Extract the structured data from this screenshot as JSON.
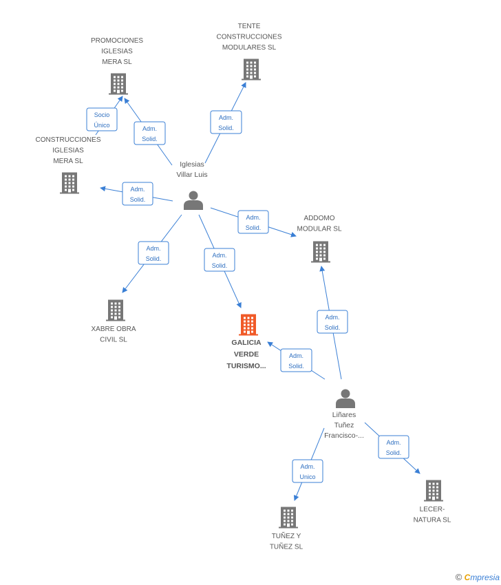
{
  "colors": {
    "accent": "#3a7fd5",
    "building": "#777777",
    "highlight": "#f05a28",
    "person": "#777777"
  },
  "nodes": [
    {
      "id": "promociones",
      "kind": "company",
      "lines": [
        "PROMOCIONES",
        "IGLESIAS",
        "MERA SL"
      ]
    },
    {
      "id": "tente",
      "kind": "company",
      "lines": [
        "TENTE",
        "CONSTRUCCIONES",
        "MODULARES SL"
      ]
    },
    {
      "id": "construcciones",
      "kind": "company",
      "lines": [
        "CONSTRUCCIONES",
        "IGLESIAS",
        "MERA SL"
      ]
    },
    {
      "id": "addomo",
      "kind": "company",
      "lines": [
        "ADDOMO",
        "MODULAR  SL"
      ]
    },
    {
      "id": "xabre",
      "kind": "company",
      "lines": [
        "XABRE OBRA",
        "CIVIL SL"
      ]
    },
    {
      "id": "galicia",
      "kind": "company",
      "main": true,
      "lines": [
        "GALICIA",
        "VERDE",
        "TURISMO..."
      ]
    },
    {
      "id": "tunez",
      "kind": "company",
      "lines": [
        "TUÑEZ Y",
        "TUÑEZ  SL"
      ]
    },
    {
      "id": "lecer",
      "kind": "company",
      "lines": [
        "LECER-",
        "NATURA SL"
      ]
    },
    {
      "id": "iglesias",
      "kind": "person",
      "lines": [
        "Iglesias",
        "Villar Luis"
      ]
    },
    {
      "id": "linares",
      "kind": "person",
      "lines": [
        "Liñares",
        "Tuñez",
        "Francisco-..."
      ]
    }
  ],
  "edges": [
    {
      "from": "construcciones",
      "to": "promociones",
      "lines": [
        "Socio",
        "Único"
      ]
    },
    {
      "from": "iglesias",
      "to": "promociones",
      "lines": [
        "Adm.",
        "Solid."
      ]
    },
    {
      "from": "iglesias",
      "to": "tente",
      "lines": [
        "Adm.",
        "Solid."
      ]
    },
    {
      "from": "iglesias",
      "to": "construcciones",
      "lines": [
        "Adm.",
        "Solid."
      ]
    },
    {
      "from": "iglesias",
      "to": "addomo",
      "lines": [
        "Adm.",
        "Solid."
      ]
    },
    {
      "from": "iglesias",
      "to": "xabre",
      "lines": [
        "Adm.",
        "Solid."
      ]
    },
    {
      "from": "iglesias",
      "to": "galicia",
      "lines": [
        "Adm.",
        "Solid."
      ]
    },
    {
      "from": "linares",
      "to": "addomo",
      "lines": [
        "Adm.",
        "Solid."
      ]
    },
    {
      "from": "linares",
      "to": "galicia",
      "lines": [
        "Adm.",
        "Solid."
      ]
    },
    {
      "from": "linares",
      "to": "tunez",
      "lines": [
        "Adm.",
        "Unico"
      ]
    },
    {
      "from": "linares",
      "to": "lecer",
      "lines": [
        "Adm.",
        "Solid."
      ]
    }
  ],
  "brand": {
    "copyright": "©",
    "first": "C",
    "rest": "mpresia"
  }
}
